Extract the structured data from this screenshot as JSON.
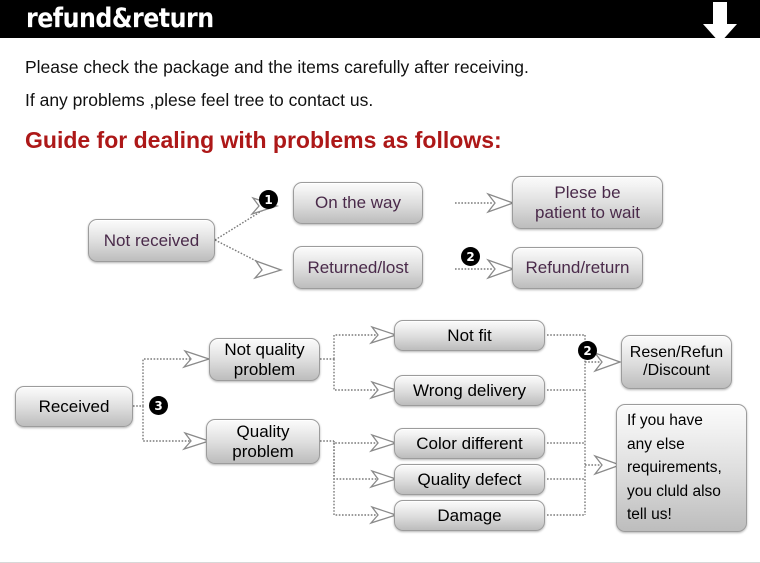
{
  "header": {
    "title": "refund&return",
    "arrow_icon": "down-arrow-icon",
    "bg_color": "#000000",
    "text_color": "#ffffff"
  },
  "intro": {
    "line1": "Please check the package and the items carefully after receiving.",
    "line2": "If any problems ,plese feel tree to contact us.",
    "guide_heading": "Guide for dealing with problems as follows:",
    "guide_color": "#ad1818"
  },
  "flow_not_received": {
    "source": "Not received",
    "badge1": "❶",
    "badge2": "❷",
    "branches": [
      {
        "label": "On the way",
        "outcome": "Plese be\npatient to wait"
      },
      {
        "label": "Returned/lost",
        "outcome": "Refund/return"
      }
    ],
    "on_the_way": "On the way",
    "returned_lost": "Returned/lost",
    "please_wait_l1": "Plese be",
    "please_wait_l2": "patient to wait",
    "refund_return": "Refund/return"
  },
  "flow_received": {
    "source": "Received",
    "badge3": "❸",
    "badge2": "❷",
    "categories": [
      {
        "l1": "Not quality",
        "l2": "problem"
      },
      {
        "l1": "Quality",
        "l2": "problem"
      }
    ],
    "not_quality_l1": "Not quality",
    "not_quality_l2": "problem",
    "quality_l1": "Quality",
    "quality_l2": "problem",
    "reasons": [
      "Not fit",
      "Wrong delivery",
      "Color different",
      "Quality defect",
      "Damage"
    ],
    "reason_not_fit": "Not fit",
    "reason_wrong_delivery": "Wrong delivery",
    "reason_color_different": "Color different",
    "reason_quality_defect": "Quality defect",
    "reason_damage": "Damage",
    "outcome_resend_l1": "Resen/Refun",
    "outcome_resend_l2": "/Discount",
    "outcome_note": "If you have any else requirements, you cluld also tell us!",
    "outcome_note_lines": [
      "If you have",
      "any else",
      "requirements,",
      "you cluld also",
      "tell us!"
    ],
    "note_l1": "If you have",
    "note_l2": "any else",
    "note_l3": "requirements,",
    "note_l4": "you cluld also",
    "note_l5": "tell us!"
  },
  "style": {
    "box_border": "#9c9c9c",
    "box_text": "#000000",
    "box_text_purple": "#4a2a4a",
    "connector": "#7a7a7a"
  }
}
